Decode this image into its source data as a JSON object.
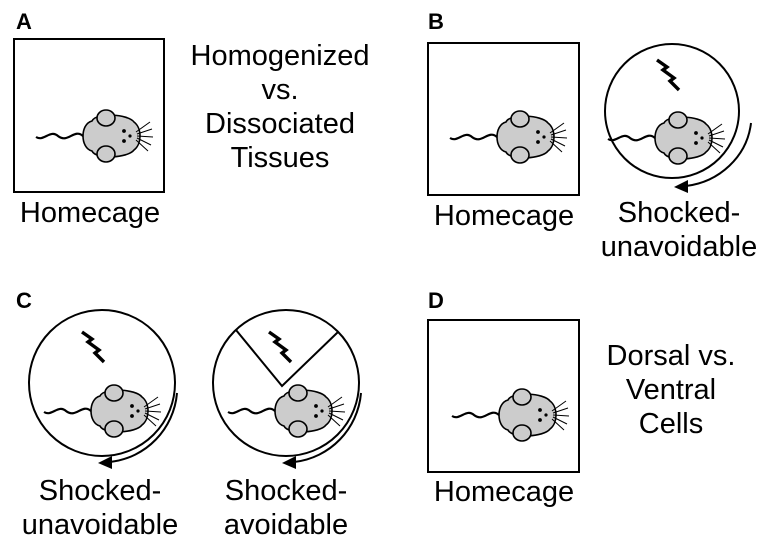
{
  "panels": [
    {
      "letter": "A",
      "box_label": "Homecage",
      "side_text": [
        "Homogenized",
        "vs.",
        "Dissociated",
        "Tissues"
      ]
    },
    {
      "letter": "B",
      "box_label": "Homecage",
      "wheel_label": [
        "Shocked-",
        "unavoidable"
      ]
    },
    {
      "letter": "C",
      "wheel1_label": [
        "Shocked-",
        "unavoidable"
      ],
      "wheel2_label": [
        "Shocked-",
        "avoidable"
      ]
    },
    {
      "letter": "D",
      "box_label": "Homecage",
      "side_text": [
        "Dorsal vs.",
        "Ventral",
        "Cells"
      ]
    }
  ],
  "icons": {
    "mouse": "mouse-icon",
    "shock": "lightning-bolt-icon",
    "rotation": "rotation-arrow-icon",
    "cage": "homecage-box",
    "wheel": "rotating-wheel",
    "safe_zone": "avoidance-zone-divider"
  },
  "colors": {
    "mouse_body": "#cccccc",
    "outline": "#000000",
    "background": "#ffffff"
  }
}
